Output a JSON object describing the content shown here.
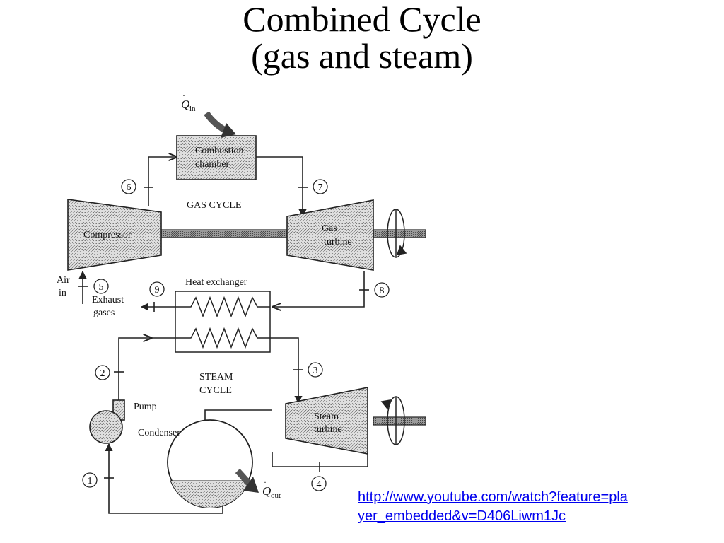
{
  "title": {
    "line1": "Combined Cycle",
    "line2": "(gas and steam)"
  },
  "diagram": {
    "q_in": "Q",
    "q_in_sub": "in",
    "q_out": "Q",
    "q_out_sub": "out",
    "combustion_line1": "Combustion",
    "combustion_line2": "chamber",
    "gas_cycle": "GAS CYCLE",
    "compressor": "Compressor",
    "gas_turbine_line1": "Gas",
    "gas_turbine_line2": "turbine",
    "air_in_line1": "Air",
    "air_in_line2": "in",
    "exhaust_line1": "Exhaust",
    "exhaust_line2": "gases",
    "heat_exchanger": "Heat exchanger",
    "steam_cycle_line1": "STEAM",
    "steam_cycle_line2": "CYCLE",
    "pump": "Pump",
    "condenser": "Condenser",
    "steam_turbine_line1": "Steam",
    "steam_turbine_line2": "turbine",
    "states": [
      "1",
      "2",
      "3",
      "4",
      "5",
      "6",
      "7",
      "8",
      "9"
    ]
  },
  "link": {
    "line1": "http://www.youtube.com/watch?feature=pla",
    "line2": "yer_embedded&v=D406Liwm1Jc"
  }
}
